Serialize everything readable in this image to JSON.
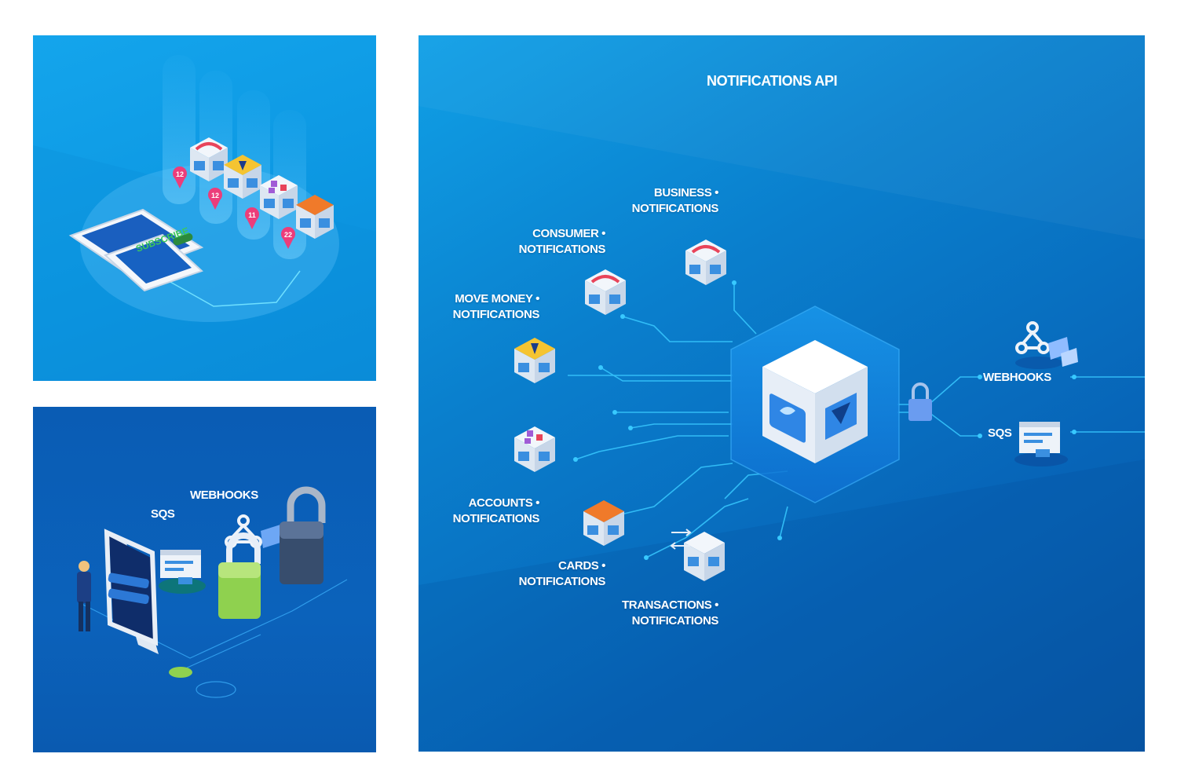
{
  "subscribe_panel": {
    "phone_label": "SUBSCRIBE",
    "pin_badges": [
      "12",
      "12",
      "11",
      "22"
    ]
  },
  "security_panel": {
    "sqs_label": "SQS",
    "webhooks_label": "WEBHOOKS"
  },
  "api_panel": {
    "title": "NOTIFICATIONS API",
    "inputs": [
      {
        "line1": "BUSINESS •",
        "line2": "NOTIFICATIONS"
      },
      {
        "line1": "CONSUMER •",
        "line2": "NOTIFICATIONS"
      },
      {
        "line1": "MOVE MONEY •",
        "line2": "NOTIFICATIONS"
      },
      {
        "line1": "ACCOUNTS •",
        "line2": "NOTIFICATIONS"
      },
      {
        "line1": "CARDS •",
        "line2": "NOTIFICATIONS"
      },
      {
        "line1": "TRANSACTIONS •",
        "line2": "NOTIFICATIONS"
      }
    ],
    "outputs": [
      {
        "label": "WEBHOOKS"
      },
      {
        "label": "SQS"
      }
    ]
  },
  "colors": {
    "light_blue": "#0c97e2",
    "dark_blue": "#0a5cb4",
    "cyan_line": "#4fd3ff",
    "red_icon": "#e8445a",
    "yellow_icon": "#f5c431",
    "purple_icon": "#a05bd6",
    "orange_icon": "#f07a2a",
    "lock_green": "#8fd14f",
    "pin_pink": "#ec3d7a"
  },
  "icons": [
    "phone-icon",
    "business-cube-icon",
    "consumer-cube-icon",
    "move-money-cube-icon",
    "accounts-cube-icon",
    "cards-cube-icon",
    "transactions-cube-icon",
    "central-api-cube-icon",
    "lock-icon",
    "webhooks-icon",
    "sqs-icon",
    "person-icon",
    "map-pin-icon"
  ]
}
